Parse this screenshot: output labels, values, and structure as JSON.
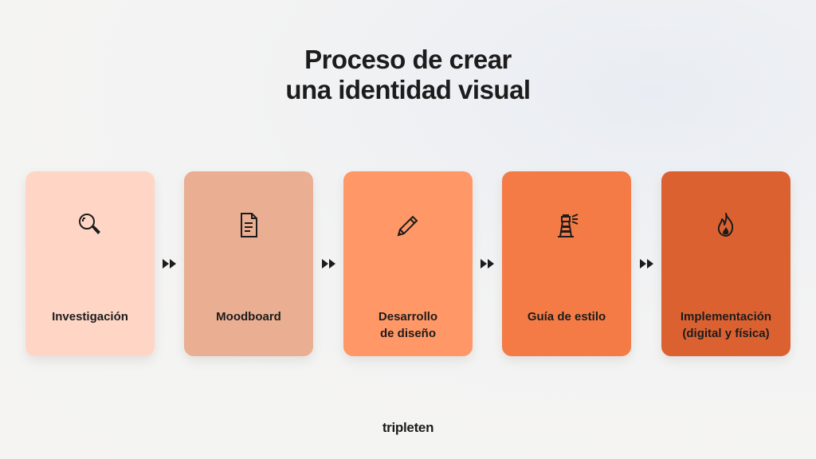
{
  "title": {
    "line1": "Proceso de crear",
    "line2": "una identidad visual"
  },
  "steps": [
    {
      "label": "Investigación",
      "icon": "magnifier-icon",
      "color": "#ffd6c5"
    },
    {
      "label": "Moodboard",
      "icon": "document-icon",
      "color": "#eaae92"
    },
    {
      "label": "Desarrollo\nde diseño",
      "icon": "pencil-icon",
      "color": "#ff9766"
    },
    {
      "label": "Guía de estilo",
      "icon": "lighthouse-icon",
      "color": "#f47b45"
    },
    {
      "label": "Implementación\n(digital y física)",
      "icon": "fire-icon",
      "color": "#dc6131"
    }
  ],
  "brand": "tripleten"
}
